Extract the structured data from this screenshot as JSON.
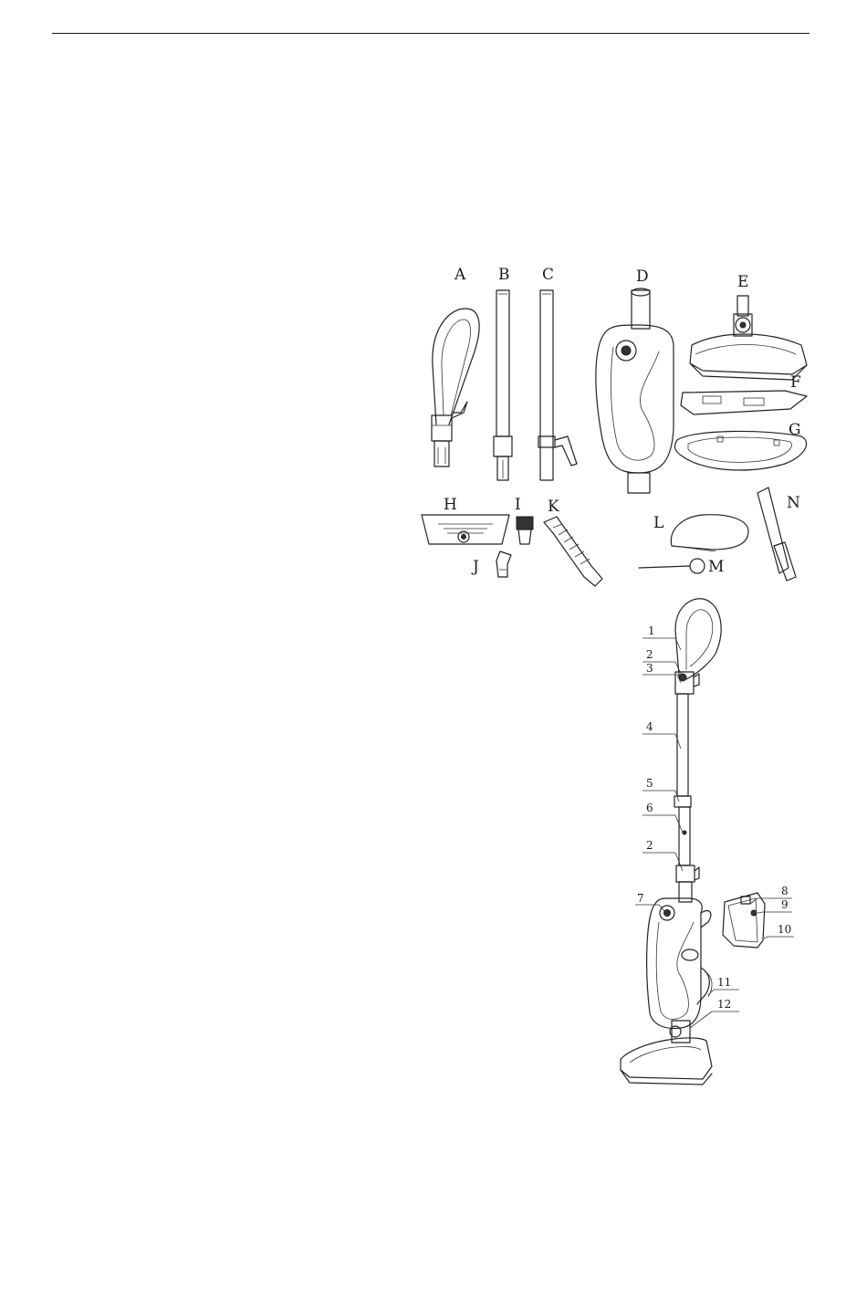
{
  "parts_figure": {
    "letter_labels": [
      "A",
      "B",
      "C",
      "D",
      "E",
      "F",
      "G",
      "H",
      "I",
      "J",
      "K",
      "L",
      "M",
      "N"
    ]
  },
  "assembly_figure": {
    "callouts": [
      "1",
      "2",
      "3",
      "4",
      "5",
      "6",
      "2",
      "7",
      "8",
      "9",
      "10",
      "11",
      "12"
    ]
  }
}
